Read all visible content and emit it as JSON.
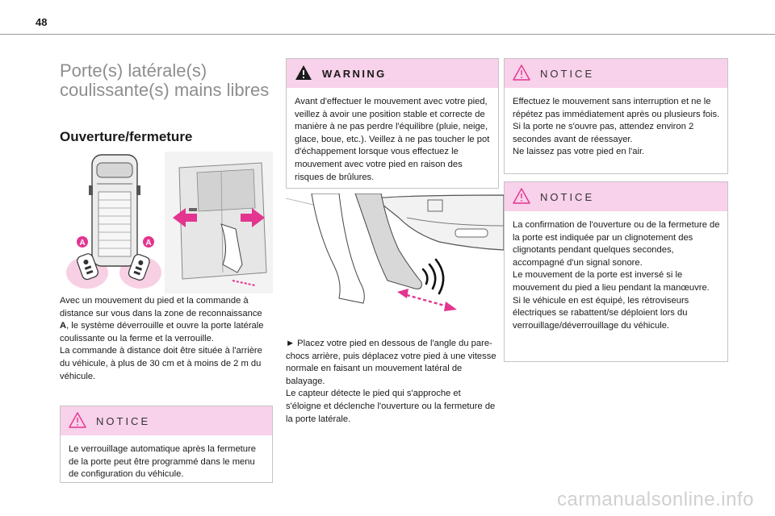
{
  "page": {
    "number": "48"
  },
  "header": {
    "title": "Porte(s) latérale(s) coulissante(s) mains libres",
    "subtitle": "Ouverture/fermeture"
  },
  "figure_van": {
    "callout_left": "A",
    "callout_right": "A"
  },
  "intro": {
    "p1_before": "Avec un mouvement du pied et la commande à distance sur vous dans la zone de reconnaissance ",
    "p1_bold": "A",
    "p1_after": ", le système déverrouille et ouvre la porte latérale coulissante ou la ferme et la verrouille.",
    "p2": "La commande à distance doit être située à l'arrière du véhicule, à plus de 30 cm et à moins de 2 m du véhicule."
  },
  "notice_1": {
    "label": "NOTICE",
    "text": "Le verrouillage automatique après la fermeture de la porte peut être programmé dans le menu de configuration du véhicule."
  },
  "warning": {
    "label": "WARNING",
    "text": "Avant d'effectuer le mouvement avec votre pied, veillez à avoir une position stable et correcte de manière à ne pas perdre l'équilibre (pluie, neige, glace, boue, etc.). Veillez à ne pas toucher le pot d'échappement lorsque vous effectuez le mouvement avec votre pied en raison des risques de brûlures."
  },
  "instructions": {
    "p1": "► Placez votre pied en dessous de l'angle du pare-chocs arrière, puis déplacez votre pied à une vitesse normale en faisant un mouvement latéral de balayage.",
    "p2": "Le capteur détecte le pied qui s'approche et s'éloigne et déclenche l'ouverture ou la fermeture de la porte latérale."
  },
  "notice_2": {
    "label": "NOTICE",
    "lines": [
      "Effectuez le mouvement sans interruption et ne le répétez pas immédiatement après ou plusieurs fois.",
      "Si la porte ne s'ouvre pas, attendez environ 2 secondes avant de réessayer.",
      "Ne laissez pas votre pied en l'air."
    ]
  },
  "notice_3": {
    "label": "NOTICE",
    "lines": [
      "La confirmation de l'ouverture ou de la fermeture de la porte est indiquée par un clignotement des clignotants pendant quelques secondes, accompagné d'un signal sonore.",
      "Le mouvement de la porte est inversé si le mouvement du pied a lieu pendant la manœuvre.",
      "Si le véhicule en est équipé, les rétroviseurs électriques se rabattent/se déploient lors du verrouillage/déverrouillage du véhicule."
    ]
  },
  "watermark": {
    "text": "carmanualsonline.info"
  },
  "colors": {
    "notice_header_bg": "#f8d1ea",
    "accent_magenta": "#e3348f",
    "title_grey": "#8e8e8e",
    "warning_icon": "#1a1a1a",
    "notice_icon": "#e3348f"
  }
}
